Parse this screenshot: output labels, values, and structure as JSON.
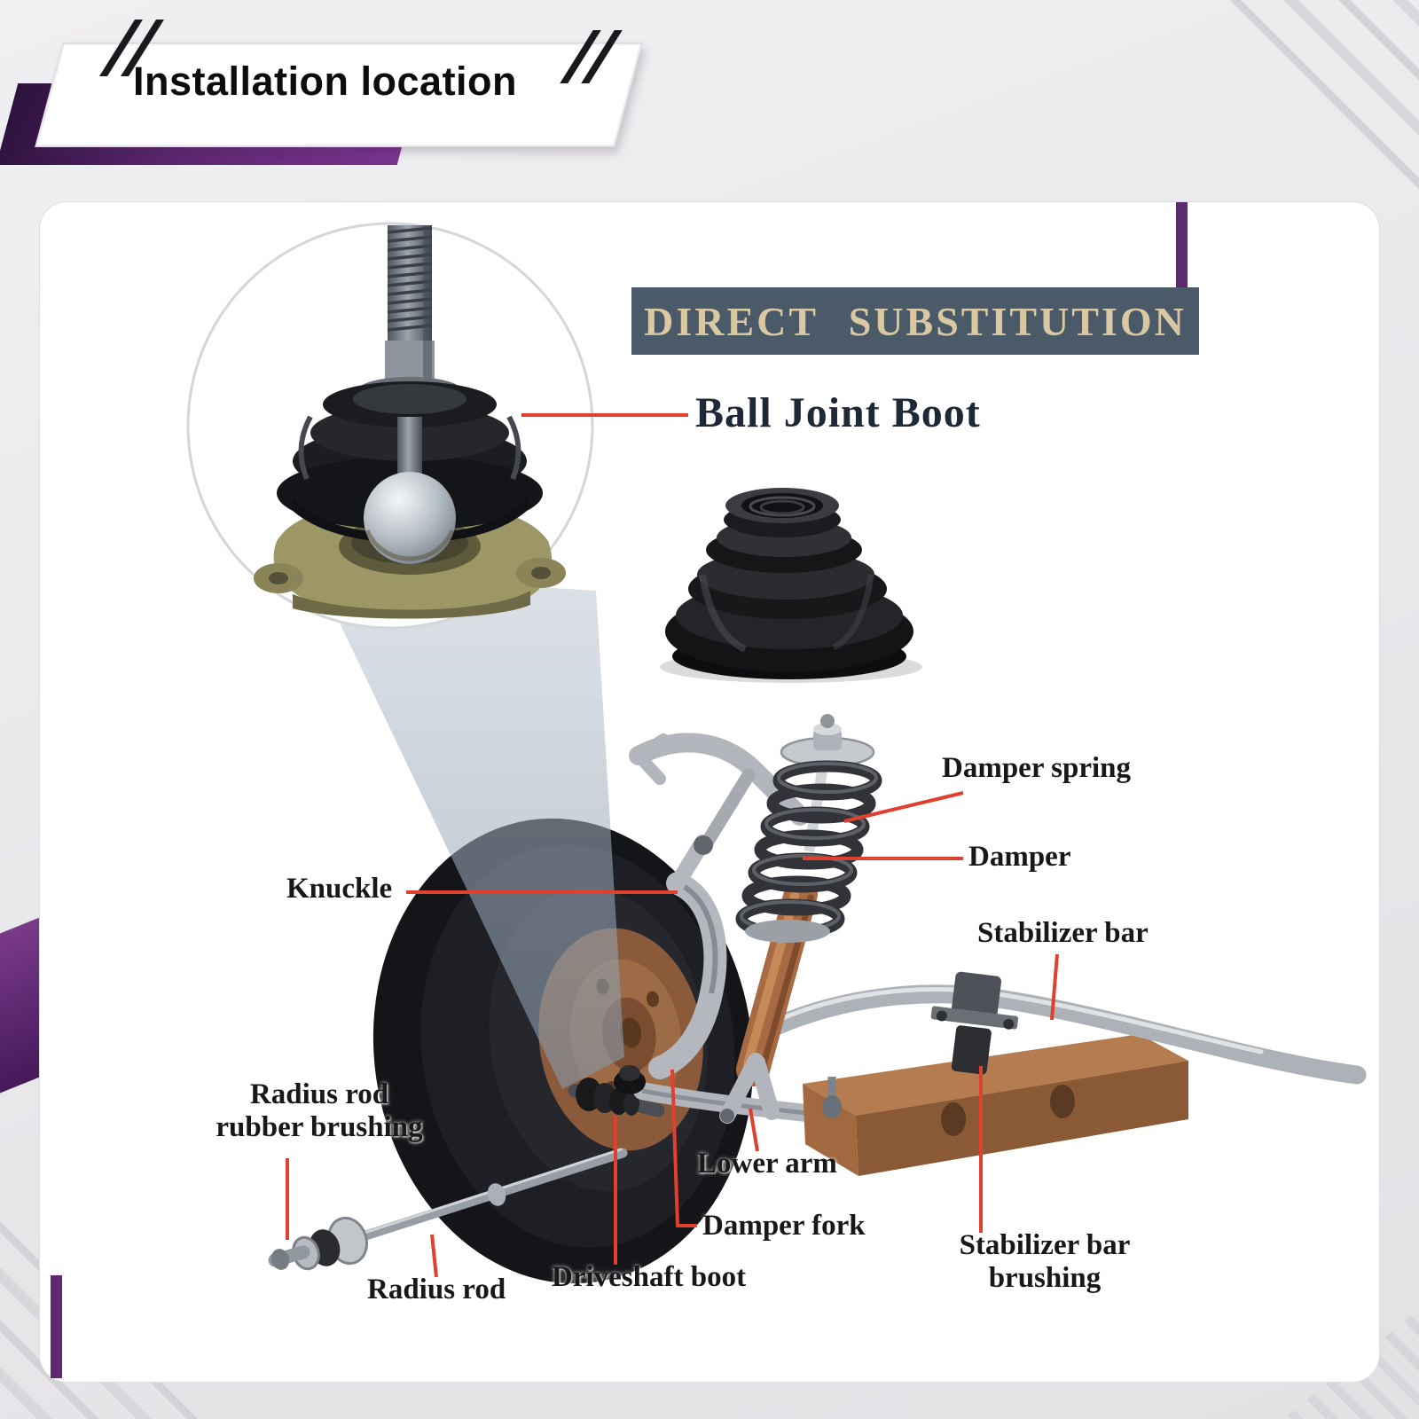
{
  "header": {
    "title": "Installation location"
  },
  "banner": {
    "title": "DIRECT SUBSTITUTION"
  },
  "callout": {
    "label": "Ball Joint Boot"
  },
  "diagram": {
    "labels": {
      "knuckle": "Knuckle",
      "damper_spring": "Damper spring",
      "damper": "Damper",
      "stabilizer_bar": "Stabilizer bar",
      "radius_rod_rubber_brushing": "Radius rod rubber brushing",
      "lower_arm": "Lower arm",
      "damper_fork": "Damper fork",
      "stabilizer_bar_brushing": "Stabilizer bar brushing",
      "radius_rod": "Radius rod",
      "driveshaft_boot": "Driveshaft boot"
    }
  },
  "colors": {
    "accent_purple": "#5c2a6e",
    "banner_background": "#4a5a68",
    "banner_text": "#d9c8a2",
    "leader_line_red": "#e2402e"
  }
}
